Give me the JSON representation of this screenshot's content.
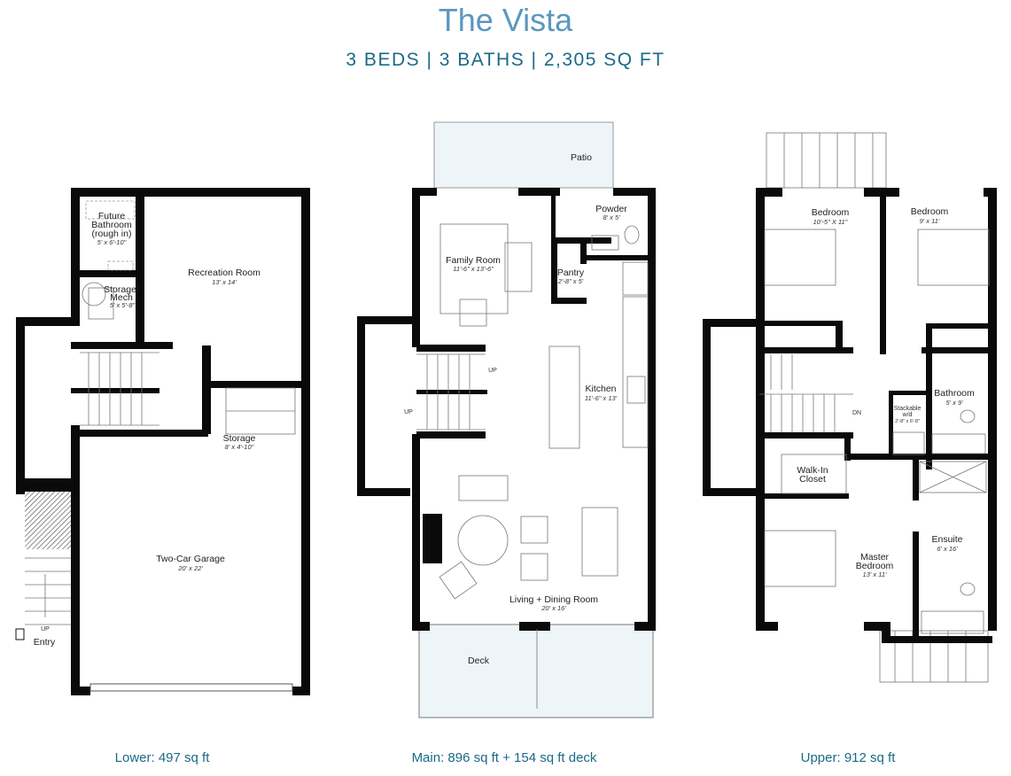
{
  "header": {
    "title": "The Vista",
    "summary": "3 BEDS | 3 BATHS | 2,305 SQ FT"
  },
  "colors": {
    "title": "#5b97bf",
    "accent": "#1b6a86",
    "walls": "#0a0a0a",
    "outdoor_fill": "#eef5f9"
  },
  "lower": {
    "footer": "Lower: 497 sq ft",
    "rooms": {
      "future_bath": [
        "Future",
        "Bathroom",
        "(rough in)"
      ],
      "future_bath_dim": "5' x 6'-10\"",
      "storage_mech": [
        "Storage/",
        "Mech"
      ],
      "storage_mech_dim": "5' x 5'-8\"",
      "recreation": "Recreation Room",
      "recreation_dim": "13' x 14'",
      "storage": "Storage",
      "storage_dim": "8' x 4'-10\"",
      "garage": "Two-Car Garage",
      "garage_dim": "20' x 22'",
      "up": "UP",
      "entry": "Entry"
    }
  },
  "main": {
    "footer": "Main: 896 sq ft + 154 sq ft deck",
    "rooms": {
      "patio": "Patio",
      "powder": "Powder",
      "powder_dim": "8' x 5'",
      "family": "Family Room",
      "family_dim": "11'-6\" x 13'-6\"",
      "pantry": "Pantry",
      "pantry_dim": "2'-8\" x 5'",
      "up1": "UP",
      "up2": "UP",
      "kitchen": "Kitchen",
      "kitchen_dim": "11'-6\" x 13'",
      "living": "Living + Dining Room",
      "living_dim": "20' x 16'",
      "deck": "Deck"
    }
  },
  "upper": {
    "footer": "Upper: 912 sq ft",
    "rooms": {
      "bed1": "Bedroom",
      "bed1_dim": "10'-5\" X 11\"",
      "bed2": "Bedroom",
      "bed2_dim": "9' x 11'",
      "bath": "Bathroom",
      "bath_dim": "5' x 9'",
      "laundry": [
        "Stackable",
        "w/d"
      ],
      "laundry_dim": "2'-8\" x 6'-8\"",
      "dn": "DN",
      "closet": [
        "Walk-In",
        "Closet"
      ],
      "master": [
        "Master",
        "Bedroom"
      ],
      "master_dim": "13' x 11'",
      "ensuite": "Ensuite",
      "ensuite_dim": "6' x 16'"
    }
  }
}
